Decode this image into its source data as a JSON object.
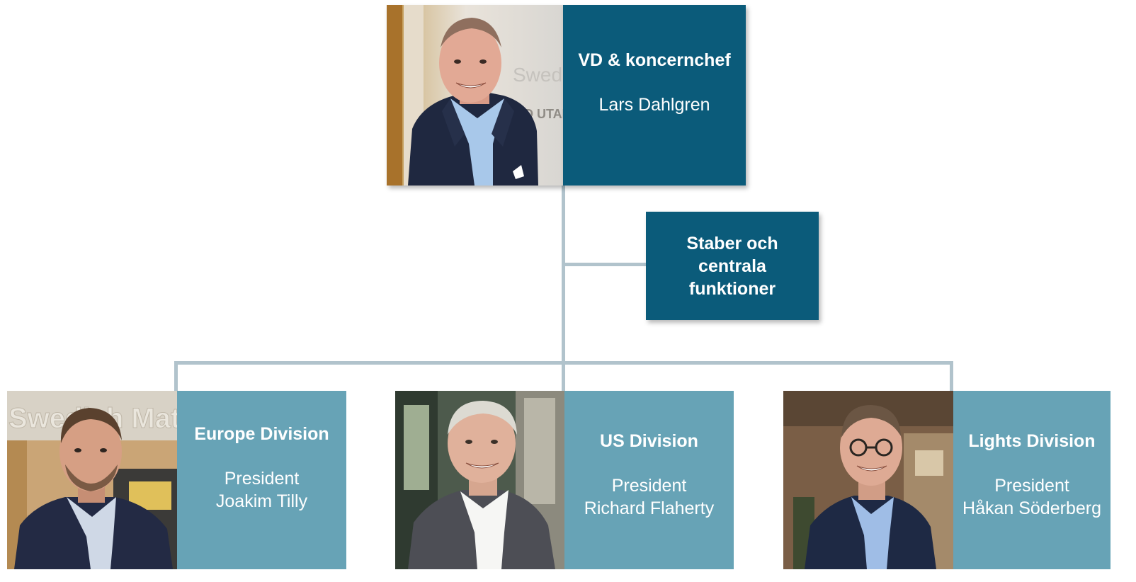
{
  "ceo": {
    "title": "VD & koncernchef",
    "name": "Lars Dahlgren"
  },
  "staff": {
    "line1": "Staber och",
    "line2": "centrala",
    "line3": "funktioner"
  },
  "divisions": [
    {
      "title": "Europe Division",
      "role": "President",
      "name": "Joakim Tilly"
    },
    {
      "title": "US Division",
      "role": "President",
      "name": "Richard Flaherty"
    },
    {
      "title": "Lights Division",
      "role": "President",
      "name": "Håkan Söderberg"
    }
  ],
  "photo_background_text": {
    "ceo": "Swedish",
    "ceo_sign2": "ÄLD UTAN",
    "europe": "Swedish Match"
  },
  "colors": {
    "dark_box": "#0b5b7a",
    "light_box": "#67a3b6",
    "connector": "#b1c3cc"
  }
}
